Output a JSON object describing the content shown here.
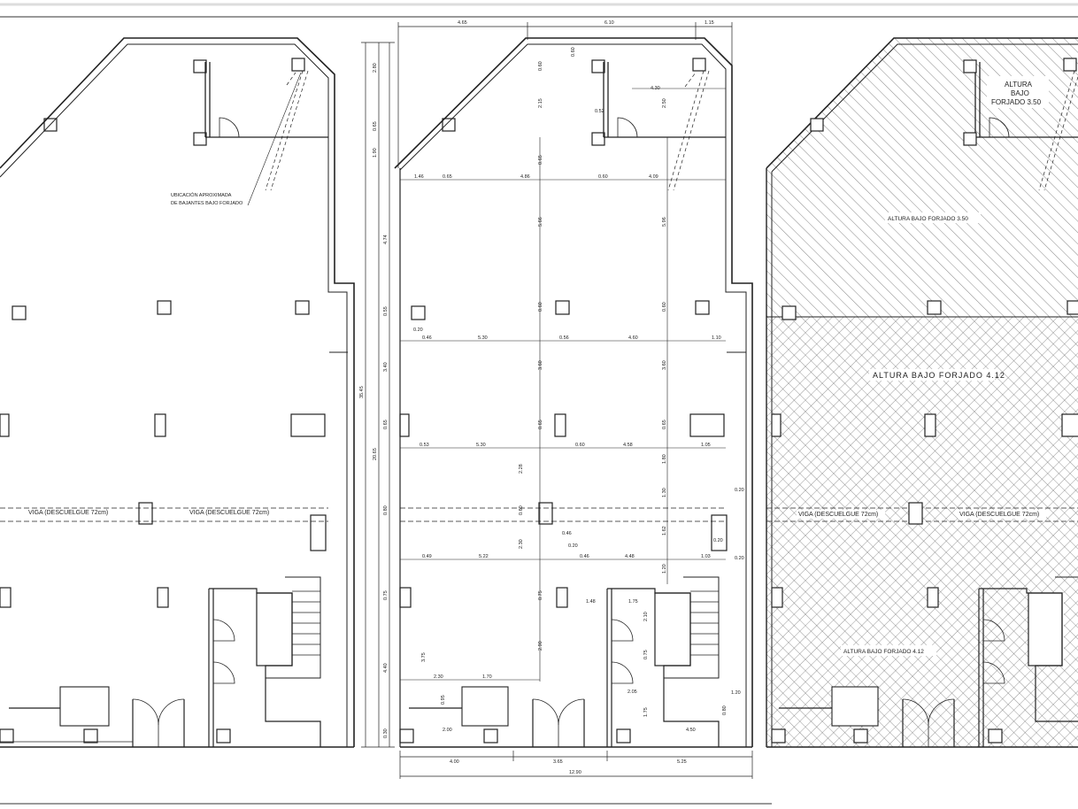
{
  "plan_left": {
    "note_line1": "UBICACIÓN APROXIMADA",
    "note_line2": "DE BAJANTES BAJO FORJADO",
    "beam_label_1": "VIGA (DESCUELGUE 72cm)",
    "beam_label_2": "VIGA (DESCUELGUE 72cm)"
  },
  "plan_middle": {
    "top_dims": [
      "4.65",
      "6.10",
      "1.15"
    ],
    "bottom_dims": [
      "4.00",
      "3.65",
      "5.25"
    ],
    "bottom_total": "12.90",
    "left_total": "35.45",
    "left_dims": [
      "2.80",
      "0.65",
      "1.90",
      "4.74",
      "0.55",
      "3.40",
      "0.65",
      "20.65",
      "0.80",
      "0.75",
      "4.40",
      "0.30"
    ],
    "row1": [
      "1.46",
      "0.65",
      "4.86",
      "0.60",
      "4.09"
    ],
    "row2": [
      "0.46",
      "5.30",
      "0.56",
      "4.60",
      "1.10"
    ],
    "row3": [
      "0.53",
      "5.30",
      "0.60",
      "4.58",
      "1.05"
    ],
    "row4": [
      "0.49",
      "5.22",
      "0.46",
      "4.48",
      "1.03"
    ],
    "misc_dims": [
      "0.60",
      "0.60",
      "4.30",
      "0.52",
      "2.15",
      "2.50",
      "0.65",
      "5.66",
      "5.96",
      "0.60",
      "0.60",
      "3.60",
      "3.60",
      "0.65",
      "0.65",
      "1.80",
      "1.30",
      "2.28",
      "0.60",
      "0.46",
      "0.20",
      "2.30",
      "1.62",
      "1.20",
      "1.48",
      "1.75",
      "2.10",
      "0.75",
      "0.75",
      "2.90",
      "3.75",
      "2.30",
      "1.70",
      "2.05",
      "1.75",
      "2.00",
      "0.95",
      "4.50",
      "1.20",
      "0.80",
      "0.20",
      "0.20",
      "0.20",
      "0.20"
    ]
  },
  "plan_right": {
    "top_label_1": "ALTURA",
    "top_label_2": "BAJO",
    "top_label_3": "FORJADO  3.50",
    "zone_upper": "ALTURA BAJO FORJADO 3.50",
    "zone_middle": "ALTURA  BAJO  FORJADO  4.12",
    "zone_lower": "ALTURA BAJO FORJADO 4.12",
    "beam_label_1": "VIGA (DESCUELGUE 72cm)",
    "beam_label_2": "VIGA (DESCUELGUE 72cm)"
  }
}
